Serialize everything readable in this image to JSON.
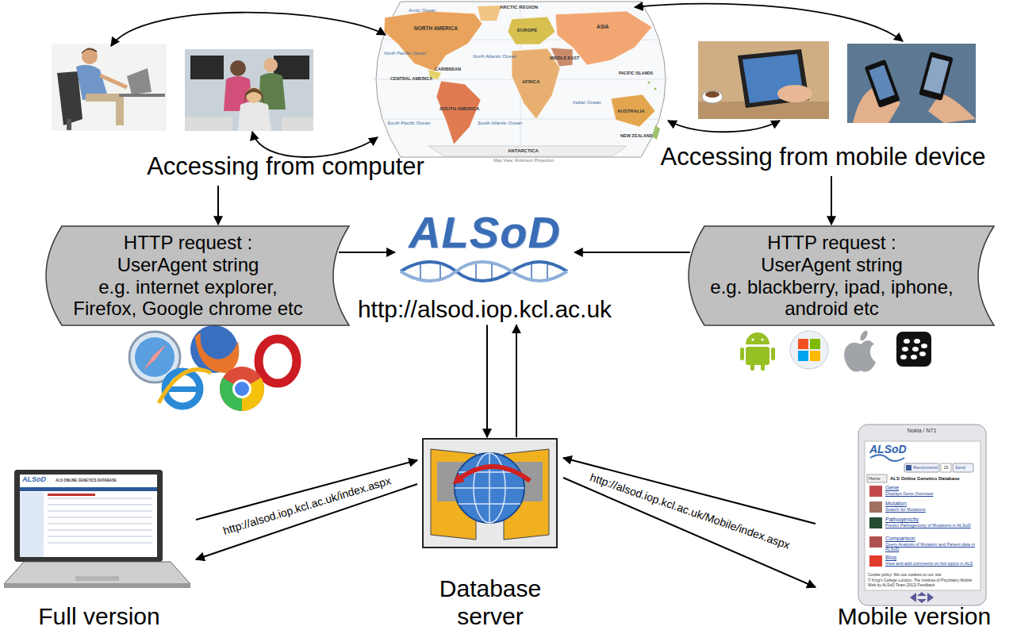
{
  "diagram": {
    "nodes": [
      {
        "text": [
          "Accessing from computer"
        ]
      },
      {
        "text": [
          "Accessing from mobile device"
        ]
      },
      {
        "text": [
          "HTTP request :",
          "UserAgent string",
          "e.g. internet explorer, Firefox, Google chrome etc"
        ]
      },
      {
        "text": [
          "ALSoD",
          "http://alsod.iop.kcl.ac.uk"
        ]
      },
      {
        "text": [
          "HTTP request :",
          "UserAgent string",
          "e.g. blackberry, ipad, iphone, android etc"
        ]
      },
      {
        "text": [
          "Full version"
        ]
      },
      {
        "text": [
          "Database server"
        ]
      },
      {
        "text": [
          "Mobile version"
        ]
      }
    ],
    "edges": [
      {
        "from": 0,
        "to": 2,
        "arrow": "to"
      },
      {
        "from": 1,
        "to": 4,
        "arrow": "to"
      },
      {
        "from": 2,
        "to": 3,
        "arrow": "to"
      },
      {
        "from": 4,
        "to": 3,
        "arrow": "to"
      },
      {
        "from": 3,
        "to": 6,
        "arrow": "to"
      },
      {
        "from": 6,
        "to": 3,
        "arrow": "to"
      },
      {
        "from": 5,
        "to": 6,
        "arrow": "to"
      },
      {
        "from": 6,
        "to": 5,
        "arrow": "to",
        "label": "http://alsod.iop.kcl.ac.uk/index.aspx"
      },
      {
        "from": 7,
        "to": 6,
        "arrow": "to"
      },
      {
        "from": 6,
        "to": 7,
        "arrow": "to",
        "label": "http://alsod.iop.kcl.ac.uk/Mobile/index.aspx"
      }
    ],
    "labels": [
      "Arctic Ocean",
      "ARCTIC REGION",
      "NORTH AMERICA",
      "North Pacific Ocean",
      "EUROPE",
      "ASIA",
      "North Atlantic Ocean",
      "CARIBBEAN",
      "CENTRAL AMERICA",
      "MIDDLE EAST",
      "AFRICA",
      "PACIFIC ISLANDS",
      "SOUTH AMERICA",
      "South Pacific Ocean",
      "South Atlantic Ocean",
      "Indian Ocean",
      "AUSTRALIA",
      "NEW ZEALAND",
      "ANTARCTICA",
      "Map View: Robinson Projection",
      "ALSoD",
      "ALS ONLINE GENETICS DATABASE",
      "Nokia / N71",
      "ALSoD",
      "Recommend",
      "15",
      "Send",
      "Home",
      "ALS Online Genetics Database",
      "Gene",
      "Displays Gene Overview",
      "Mutation",
      "Search for Mutations",
      "Pathogenicity",
      "Predict Pathogenicity of Mutations in ALSoD",
      "Comparison",
      "Query Analysis of Mutation and Patient data in ALSoD",
      "Blog",
      "View and add comments on hot topics in ALS",
      "Cookie policy: We use cookies on our site",
      "© King's College London, The Institute of Psychiatry Mobile Web by ALSoD Team 2012| Feedback"
    ]
  }
}
